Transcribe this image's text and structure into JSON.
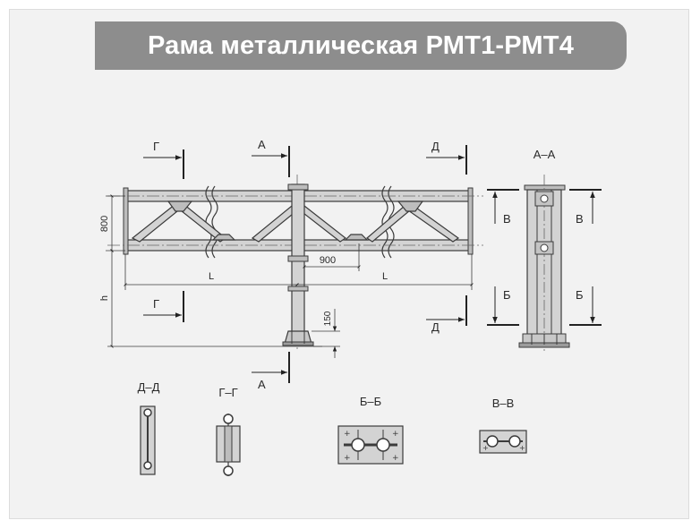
{
  "title": "Рама металлическая РМТ1-РМТ4",
  "main_view": {
    "section_marks": {
      "g": "Г",
      "a": "А",
      "d": "Д"
    },
    "dims": {
      "height_frame": "800",
      "h": "h",
      "l_left": "L",
      "l_right": "L",
      "pitch": "900",
      "base": "150"
    }
  },
  "side_view": {
    "title": "А–А",
    "marks": {
      "v": "В",
      "b": "Б"
    }
  },
  "sections": [
    {
      "title": "Д–Д"
    },
    {
      "title": "Г–Г"
    },
    {
      "title": "Б–Б"
    },
    {
      "title": "В–В"
    }
  ],
  "colors": {
    "fill": "#d3d3d3",
    "line": "#3b3b3b",
    "title_bar": "#8d8d8d"
  }
}
